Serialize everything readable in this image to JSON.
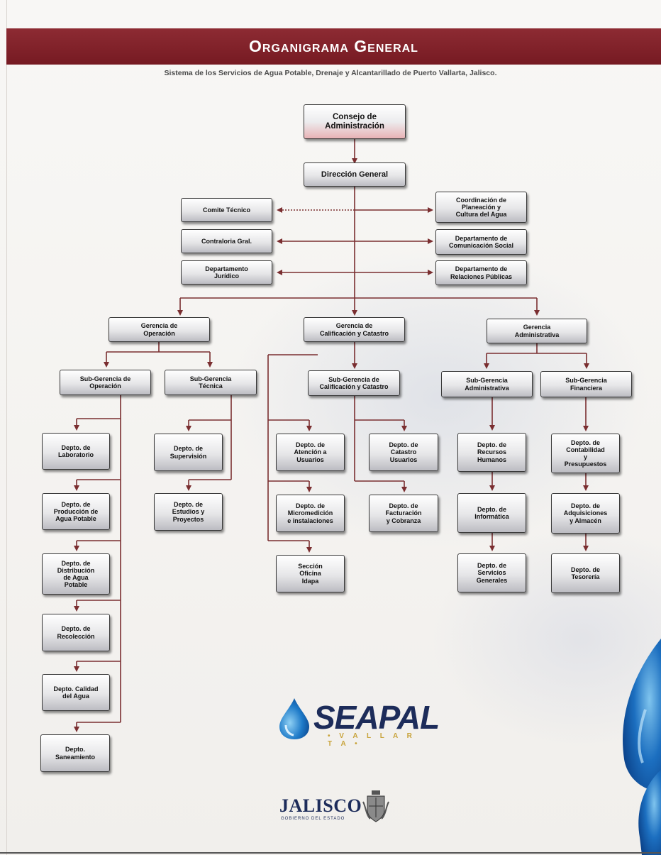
{
  "header": {
    "title": "Organigrama General",
    "subtitle": "Sistema de los Servicios de Agua Potable, Drenaje y Alcantarillado de Puerto Vallarta, Jalisco."
  },
  "nodes": {
    "consejo": "Consejo de\nAdministración",
    "direccion": "Dirección General",
    "comite": "Comite Técnico",
    "contraloria": "Contraloria Gral.",
    "juridico": "Departamento\nJurídico",
    "coordinacion": "Coordinación de\nPlaneación y\nCultura del Agua",
    "comunicacion": "Departamento de\nComunicación Social",
    "relaciones": "Departamento de\nRelaciones Públicas",
    "gerencia_operacion": "Gerencia de\nOperación",
    "gerencia_calificacion": "Gerencia de\nCalificación y Catastro",
    "gerencia_administrativa": "Gerencia\nAdministrativa",
    "subgerencia_operacion": "Sub-Gerencia de\nOperación",
    "subgerencia_tecnica": "Sub-Gerencia\nTécnica",
    "subgerencia_calificacion": "Sub-Gerencia de\nCalificación y Catastro",
    "subgerencia_administrativa": "Sub-Gerencia\nAdministrativa",
    "subgerencia_financiera": "Sub-Gerencia\nFinanciera",
    "laboratorio": "Depto. de\nLaboratorio",
    "produccion": "Depto. de\nProducción de\nAgua Potable",
    "distribucion": "Depto. de\nDistribución\nde Agua\nPotable",
    "recoleccion": "Depto. de\nRecolección",
    "calidad": "Depto. Calidad\ndel Agua",
    "saneamiento": "Depto.\nSaneamiento",
    "supervision": "Depto. de\nSupervisión",
    "estudios": "Depto. de\nEstudios y\nProyectos",
    "atencion": "Depto. de\nAtención a\nUsuarios",
    "micromedicion": "Depto. de\nMicromedición\ne instalaciones",
    "oficina": "Sección\nOficina\nIdapa",
    "catastro": "Depto. de\nCatastro\nUsuarios",
    "facturacion": "Depto. de\nFacturación\ny Cobranza",
    "recursos": "Depto. de\nRecursos\nHumanos",
    "informatica": "Depto. de\nInformática",
    "servicios": "Depto. de\nServicios\nGenerales",
    "contabilidad": "Depto. de\nContabilidad\ny\nPresupuestos",
    "adquisiciones": "Depto. de\nAdquisiciones\ny Almacén",
    "tesoreria": "Depto. de\nTesorería"
  },
  "logos": {
    "seapal": "SEAPAL",
    "seapal_tagline": "• V A L L A R T A •",
    "jalisco": "JALISCO",
    "jalisco_tagline": "GOBIERNO DEL ESTADO"
  },
  "colors": {
    "title_bar": "#7f2129",
    "connector": "#7a2e30",
    "node_border": "#3a3a3a",
    "top_node_tint": "#e8b2b5"
  }
}
